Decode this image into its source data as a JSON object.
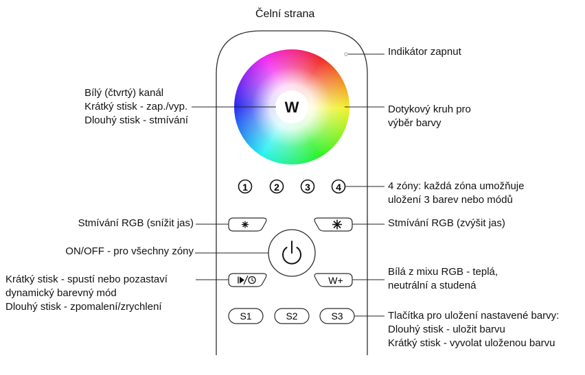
{
  "title": "Čelní strana",
  "labels": {
    "indicator": "Indikátor zapnut",
    "white_channel": [
      "Bílý (čtvrtý) kanál",
      "Krátký stisk - zap./vyp.",
      "Dlouhý stisk - stmívání"
    ],
    "color_ring": [
      "Dotykový kruh pro",
      "výběr barvy"
    ],
    "zones": [
      "4 zóny: každá zóna umožňuje",
      "uložení 3 barev nebo módů"
    ],
    "dim_down": "Stmívání RGB (snížit jas)",
    "dim_up": "Stmívání RGB (zvýšit jas)",
    "onoff": "ON/OFF - pro všechny zóny",
    "mode": [
      "Krátký stisk - spustí nebo pozastaví",
      "dynamický barevný mód",
      "Dlouhý stisk - zpomalení/zrychlení"
    ],
    "white_mix": [
      "Bílá z mixu RGB - teplá,",
      "neutrální a studená"
    ],
    "scenes": [
      "Tlačítka pro uložení nastavené barvy:",
      "Dlouhý stisk - uložit barvu",
      "Krátký stisk - vyvolat uloženou barvu"
    ]
  },
  "remote": {
    "center_label": "W",
    "zone_buttons": [
      "1",
      "2",
      "3",
      "4"
    ],
    "w_plus": "W+",
    "scene_buttons": [
      "S1",
      "S2",
      "S3"
    ]
  },
  "colors": {
    "outline": "#2b2b2b",
    "text": "#111111",
    "leader": "#222222"
  }
}
